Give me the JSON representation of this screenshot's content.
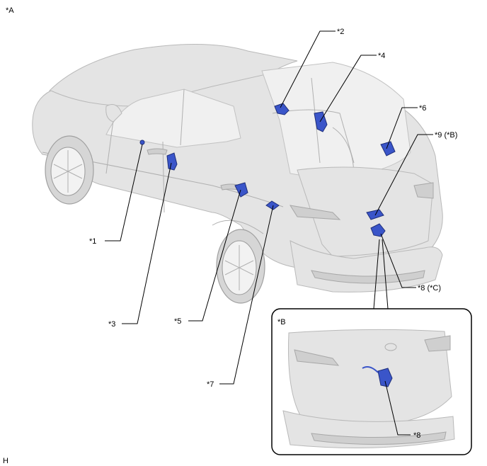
{
  "view_label": "*A",
  "corner_label": "H",
  "callouts": {
    "c1": "*1",
    "c2": "*2",
    "c3": "*3",
    "c4": "*4",
    "c5": "*5",
    "c6": "*6",
    "c7": "*7",
    "c8": "*8 (*C)",
    "c9": "*9 (*B)"
  },
  "inset": {
    "label": "*B",
    "callout": "*8"
  },
  "colors": {
    "highlight": "#3a55c9",
    "body": "#e4e4e4",
    "outline": "#000000"
  }
}
